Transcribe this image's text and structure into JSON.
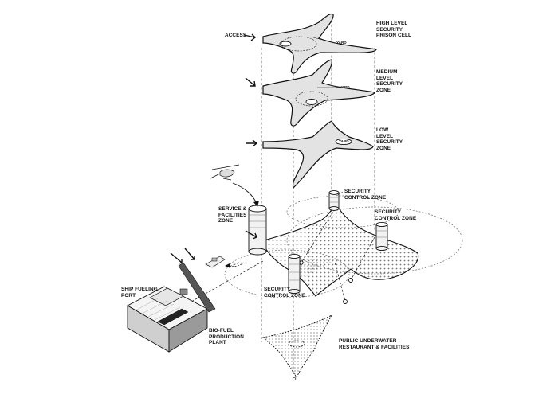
{
  "labels": {
    "access": "ACCESS",
    "high_level": [
      "HIGH LEVEL",
      "SECURITY",
      "PRISON CELL"
    ],
    "yard_1": "YARD",
    "medium_level": [
      "MEDIUM",
      "LEVEL",
      "SECURITY",
      "ZONE"
    ],
    "yard_2": "YARD",
    "low_level": [
      "LOW",
      "LEVEL",
      "SECURITY",
      "ZONE"
    ],
    "yard_3": "YARD",
    "security_control_1": [
      "SECURITY",
      "CONTROL ZONE"
    ],
    "security_control_2": [
      "SECURITY",
      "CONTROL ZONE"
    ],
    "service_facilities": [
      "SERVICE &",
      "FACILITIES",
      "ZONE"
    ],
    "security_control_3": [
      "SECURITY",
      "CONTROL ZONE"
    ],
    "ship_fueling": [
      "SHIP FUELING",
      "PORT"
    ],
    "biofuel": [
      "BIO-FUEL",
      "PRODUCTION",
      "PLANT"
    ],
    "restaurant": [
      "PUBLIC UNDERWATER",
      "RESTAURANT & FACILITIES"
    ]
  },
  "colors": {
    "ink": "#111111",
    "slab_fill": "#e3e3e3",
    "platform_fill": "#d9d9d9",
    "dashed": "#444444"
  },
  "icons": {
    "arrow": "arrow-right-icon",
    "helicopter": "helicopter-icon",
    "boat": "boat-icon"
  }
}
